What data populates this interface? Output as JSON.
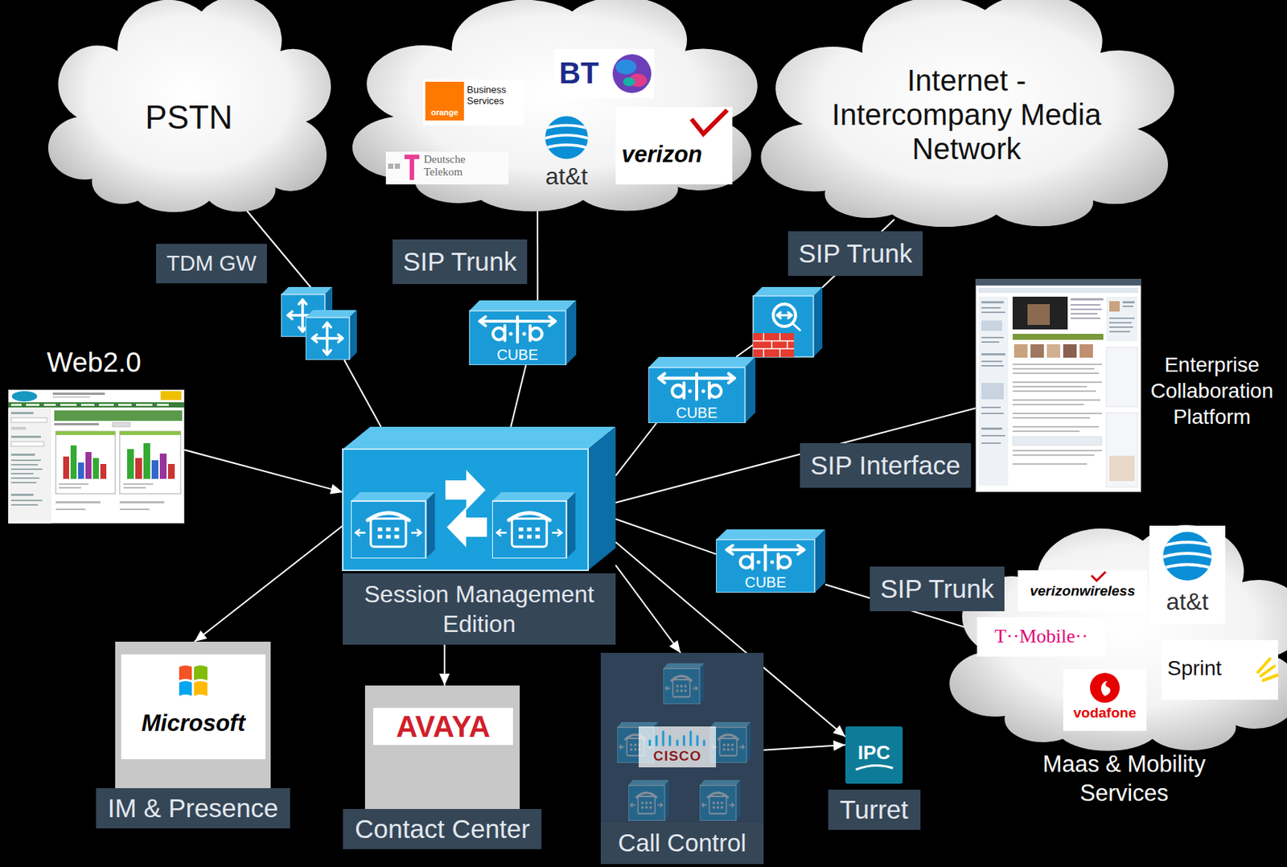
{
  "diagram": {
    "nodes": [
      {
        "text": [
          "PSTN"
        ]
      },
      {
        "text": [
          "orange",
          "Business Services",
          "BT",
          "Deutsche Telekom",
          "at&t",
          "verizon"
        ]
      },
      {
        "text": [
          "Internet - Intercompany Media Network"
        ]
      },
      {
        "text": [
          "Web2.0"
        ]
      },
      {
        "text": [
          "CUBE"
        ]
      },
      {
        "text": [
          "CUBE"
        ]
      },
      {
        "text": [
          "Enterprise Collaboration Platform"
        ]
      },
      {
        "text": [
          "Session Management Edition"
        ]
      },
      {
        "text": [
          "CUBE"
        ]
      },
      {
        "text": [
          "verizonwireless",
          "at&t",
          "T··Mobile··",
          "Sprint",
          "vodafone",
          "Maas & Mobility Services"
        ]
      },
      {
        "text": [
          "Microsoft",
          "IM & Presence"
        ]
      },
      {
        "text": [
          "AVAYA",
          "Contact Center"
        ]
      },
      {
        "text": [
          "CISCO",
          "Call Control"
        ]
      },
      {
        "text": [
          "IPC",
          "Turret"
        ]
      }
    ],
    "edges": [
      {
        "from": 0,
        "to": 7,
        "arrow": "none",
        "label": "TDM GW"
      },
      {
        "from": 1,
        "to": 4,
        "arrow": "none",
        "label": "SIP Trunk"
      },
      {
        "from": 4,
        "to": 7,
        "arrow": "none"
      },
      {
        "from": 2,
        "to": 5,
        "arrow": "none",
        "label": "SIP Trunk"
      },
      {
        "from": 5,
        "to": 7,
        "arrow": "none"
      },
      {
        "from": 3,
        "to": 7,
        "arrow": "to"
      },
      {
        "from": 7,
        "to": 6,
        "arrow": "none",
        "label": "SIP Interface"
      },
      {
        "from": 7,
        "to": 8,
        "arrow": "none"
      },
      {
        "from": 8,
        "to": 9,
        "arrow": "none",
        "label": "SIP Trunk"
      },
      {
        "from": 7,
        "to": 10,
        "arrow": "to"
      },
      {
        "from": 7,
        "to": 11,
        "arrow": "to"
      },
      {
        "from": 7,
        "to": 12,
        "arrow": "to"
      },
      {
        "from": 7,
        "to": 13,
        "arrow": "to"
      },
      {
        "from": 12,
        "to": 13,
        "arrow": "to"
      }
    ]
  }
}
